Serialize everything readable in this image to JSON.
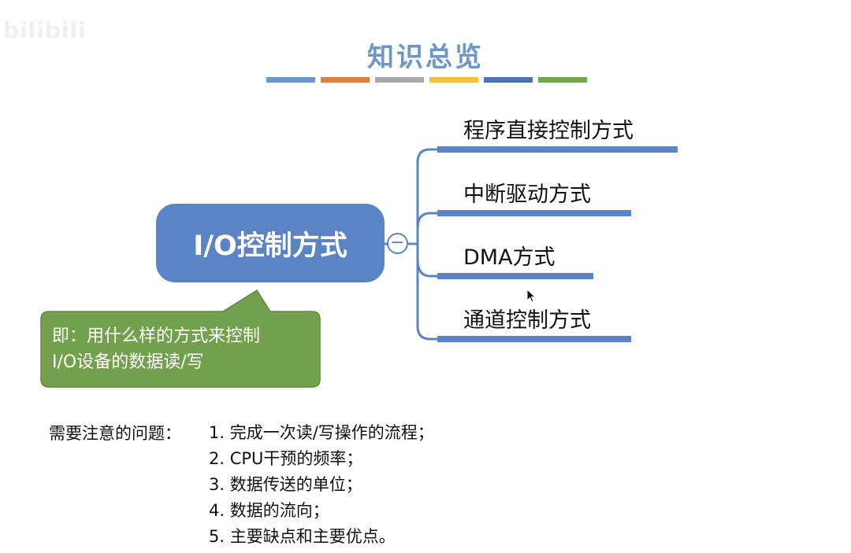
{
  "logo": "bilibili",
  "title": "知识总览",
  "title_bar_colors": [
    "#6d97c7",
    "#de7f46",
    "#a8a8a8",
    "#f2bf3c",
    "#4a72b8",
    "#72a84d"
  ],
  "center_node": {
    "label": "I/O控制方式",
    "color": "#5a84c6"
  },
  "branches": [
    {
      "label": "程序直接控制方式"
    },
    {
      "label": "中断驱动方式"
    },
    {
      "label": "DMA方式"
    },
    {
      "label": "通道控制方式"
    }
  ],
  "callout": {
    "text_line1": "即：用什么样的方式来控制",
    "text_line2": "I/O设备的数据读/写",
    "color": "#72a04d"
  },
  "notes": {
    "label": "需要注意的问题：",
    "items": [
      "1. 完成一次读/写操作的流程；",
      "2. CPU干预的频率；",
      "3. 数据传送的单位；",
      "4. 数据的流向；",
      "5. 主要缺点和主要优点。"
    ]
  }
}
